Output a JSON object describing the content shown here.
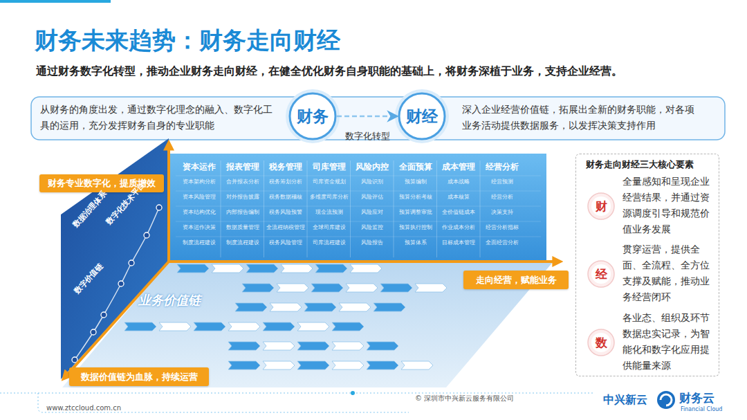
{
  "diagram": {
    "title": "财务未来趋势：财务走向财经",
    "nodes": [
      {
        "text": [
          "从财务的角度出发，通过数字化理念的融入、数字化工具的运用，充分发挥财务自身的专业职能"
        ]
      },
      {
        "text": [
          "财务"
        ]
      },
      {
        "text": [
          "财经"
        ]
      },
      {
        "text": [
          "深入企业经营价值链，拓展出全新的财务职能，对各项业务活动提供数据服务，以发挥决策支持作用"
        ]
      },
      {
        "text": [
          "资本运作",
          "资本架构分析",
          "资本风险管理",
          "资本结构优化",
          "资本运作决策",
          "制度流程建设"
        ]
      },
      {
        "text": [
          "报表管理",
          "合并报表分析",
          "对外报告披露",
          "内部报告编制",
          "数据质量管理",
          "制度流程建设"
        ]
      },
      {
        "text": [
          "税务管理",
          "税务筹划分析",
          "税务数据稽核",
          "税务风险预警",
          "全流程纳税管理",
          "税务风险管理"
        ]
      },
      {
        "text": [
          "司库管理",
          "司库资金规划",
          "多维度司库分析",
          "现金流预测",
          "全球司库建设",
          "司库流程建设"
        ]
      },
      {
        "text": [
          "风险内控",
          "风险识别",
          "风险评估",
          "风险应对",
          "风险监控",
          "风险报告"
        ]
      },
      {
        "text": [
          "全面预算",
          "预算编制",
          "预算分析考核",
          "预算调整审批",
          "预算执行控制",
          "预算体系"
        ]
      },
      {
        "text": [
          "成本管理",
          "成本战略",
          "成本核算",
          "全价值链成本",
          "作业成本分析",
          "目标成本管理"
        ]
      },
      {
        "text": [
          "经营分析",
          "经营预测",
          "经营分析",
          "决策支持",
          "经营分析指标",
          "全面经营分析"
        ]
      },
      {
        "text": [
          "财务专业数字化，提质增效"
        ]
      },
      {
        "text": [
          "走向经营，赋能业务"
        ]
      },
      {
        "text": [
          "数据价值链为血脉，持续运营"
        ]
      },
      {
        "text": [
          "财务走向财经三大核心要素"
        ]
      },
      {
        "text": [
          "财"
        ],
        "in": 15
      },
      {
        "text": [
          "经"
        ],
        "in": 15
      },
      {
        "text": [
          "数"
        ],
        "in": 15
      }
    ],
    "edges": [
      {
        "from": 1,
        "to": 2,
        "arrow": "to",
        "label": "数字化转型"
      }
    ],
    "labels": [
      "通过财务数字化转型，推动企业财务走向财经，在健全优化财务自身职能的基础上，将财务深植于业务，支持企业经营。",
      "数据治理体系",
      "数字价值链",
      "数字化技术平台",
      "业务价值链",
      "全量感知和呈现企业经营结果，并通过资源调度引导和规范价值业务发展",
      "贯穿运营，提供全面、全流程、全方位支撑及赋能，推动业务经营闭环",
      "各业态、组织及环节数据忠实记录，为智能化和数字化应用提供能量来源",
      "© 深圳市中兴新云服务有限公司",
      "www.ztccloud.com.cn",
      "中兴新云",
      "财务云",
      "Financial Cloud"
    ]
  }
}
